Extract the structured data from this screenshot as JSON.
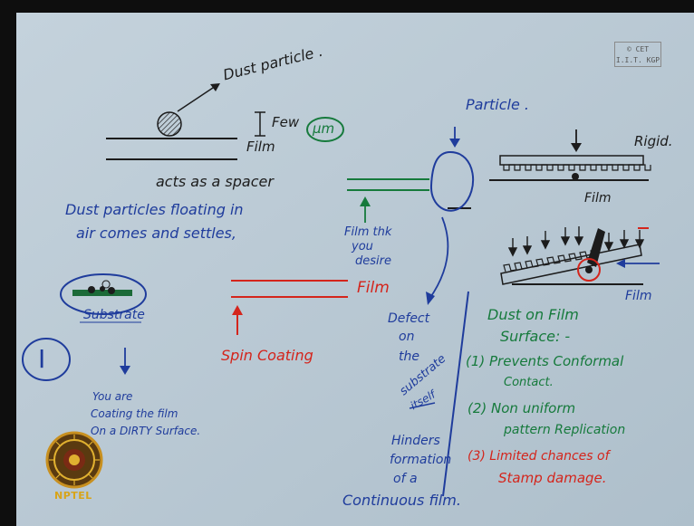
{
  "watermark": {
    "line1": "© CET",
    "line2": "I.I.T. KGP"
  },
  "logo": {
    "text": "NPTEL"
  },
  "left": {
    "dust_particle": "Dust particle .",
    "few_um": "Few",
    "um_circle": "μm",
    "film": "Film",
    "spacer": "acts as a spacer",
    "floating1": "Dust particles floating in",
    "floating2": "air comes and settles,",
    "substrate": "Substrate",
    "roman": "I",
    "dirty1": "You are",
    "dirty2": "Coating the film",
    "dirty3": "On a DIRTY Surface."
  },
  "middle": {
    "film": "Film",
    "spin": "Spin Coating"
  },
  "center": {
    "particle": "Particle .",
    "film_thk1": "Film thk",
    "film_thk2": "you",
    "film_thk3": "desire",
    "defect1": "Defect",
    "defect2": "on",
    "defect3": "the",
    "defect4": "substrate",
    "defect5": "itself",
    "hinders1": "Hinders",
    "hinders2": "formation",
    "hinders3": "of a",
    "hinders4": "Continuous film."
  },
  "right": {
    "rigid": "Rigid.",
    "film_top": "Film",
    "film_bottom": "Film",
    "dust_title1": "Dust on Film",
    "dust_title2": "Surface: -",
    "item1a": "(1) Prevents Conformal",
    "item1b": "Contact.",
    "item2a": "(2) Non uniform",
    "item2b": "pattern Replication",
    "item3a": "(3) Limited chances of",
    "item3b": "Stamp damage."
  },
  "colors": {
    "board": "#b8c8d4",
    "blue_ink": "#1f3c9c",
    "red_ink": "#d4251c",
    "green_ink": "#167a3c",
    "black_ink": "#1c1c1c"
  }
}
